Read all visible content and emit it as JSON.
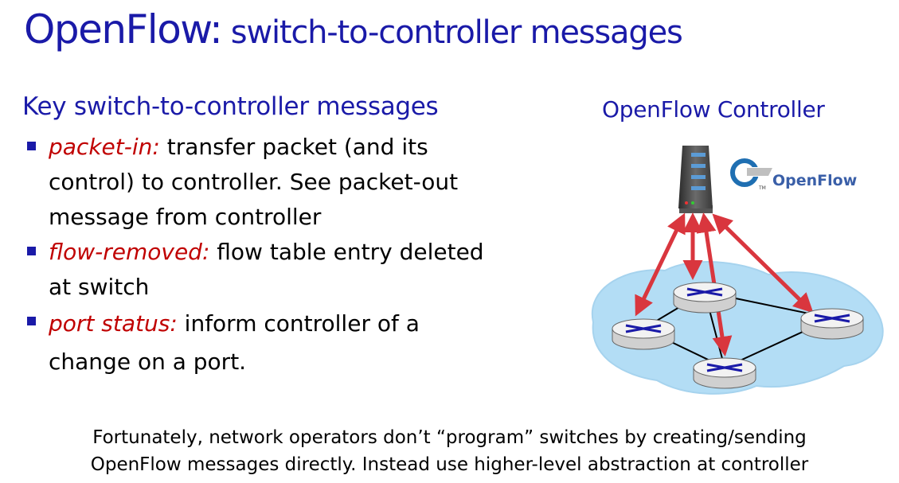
{
  "slide": {
    "title_main": "OpenFlow:",
    "title_rest": " switch-to-controller messages",
    "subtitle": "Key switch-to-controller messages",
    "bullets": [
      {
        "term": "packet-in:",
        "line1": " transfer packet (and its",
        "line2": "control) to controller.  See packet-out",
        "line3": "message from controller"
      },
      {
        "term": "flow-removed:",
        "line1": " flow table entry deleted",
        "line2": "at switch"
      },
      {
        "term": "port status:",
        "line1": " inform controller of a",
        "line2": "change on a port."
      }
    ],
    "diagram": {
      "controller_label": "OpenFlow Controller",
      "logo_text": "OpenFlow",
      "logo_tm": "TM"
    },
    "footer": {
      "line1": "Fortunately, network operators don’t “program” switches by creating/sending",
      "line2": "OpenFlow messages directly.  Instead use higher-level abstraction at controller"
    },
    "colors": {
      "title": "#1a1aa8",
      "term": "#c00000",
      "arrow": "#d9363e",
      "cloud": "#b3ddf5"
    }
  }
}
